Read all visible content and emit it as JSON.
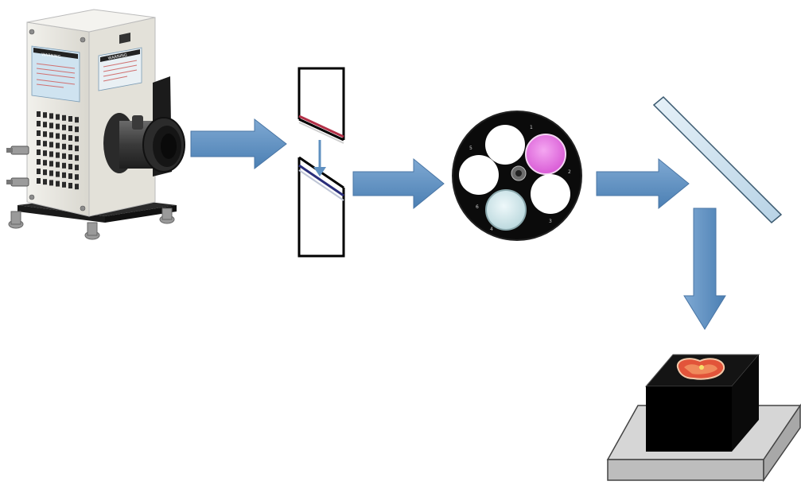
{
  "lamp": {
    "warning_label": "WARNING",
    "body_color": "#e8e6df",
    "label_color": "#cfe3f0"
  },
  "arrow_color": "#5f90c0",
  "filter_wheel": {
    "marks": [
      "1",
      "2",
      "3",
      "4",
      "5",
      "6"
    ],
    "slot_colors": {
      "magenta": "#e77ee6",
      "glass": "#d9edf0",
      "empty": "#ffffff"
    }
  },
  "mirror_color": "#cfe3ef",
  "sample_color": "#e2543a"
}
